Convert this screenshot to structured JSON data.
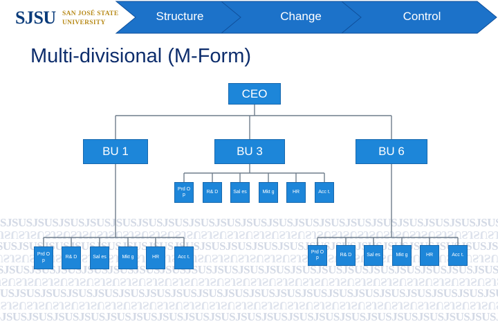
{
  "header": {
    "logo_mark": "SJSU",
    "logo_line1": "SAN JOSÉ STATE",
    "logo_line2": "UNIVERSITY",
    "steps": [
      "Structure",
      "Change",
      "Control"
    ],
    "colors": {
      "chevron": "#1c72c9",
      "chevron_edge": "#0f4f9a"
    }
  },
  "slide": {
    "title": "Multi-divisional (M-Form)"
  },
  "watermark": {
    "text": "SJSU"
  },
  "org_chart": {
    "root": "CEO",
    "business_units": [
      "BU 1",
      "BU 3",
      "BU 6"
    ],
    "bu1_functions": [
      "Prd Op",
      "R& D",
      "Sal es",
      "Mkt g",
      "HR",
      "Acc t."
    ],
    "bu3_functions": [
      "Prd Op",
      "R& D",
      "Sal es",
      "Mkt g",
      "HR",
      "Acc t."
    ],
    "bu6_functions": [
      "Prd Op",
      "R& D",
      "Sal es",
      "Mkt g",
      "HR",
      "Acc t."
    ],
    "colors": {
      "box_fill": "#1d86d9",
      "box_border": "#1667ad",
      "connector": "#6f7d8c"
    }
  }
}
